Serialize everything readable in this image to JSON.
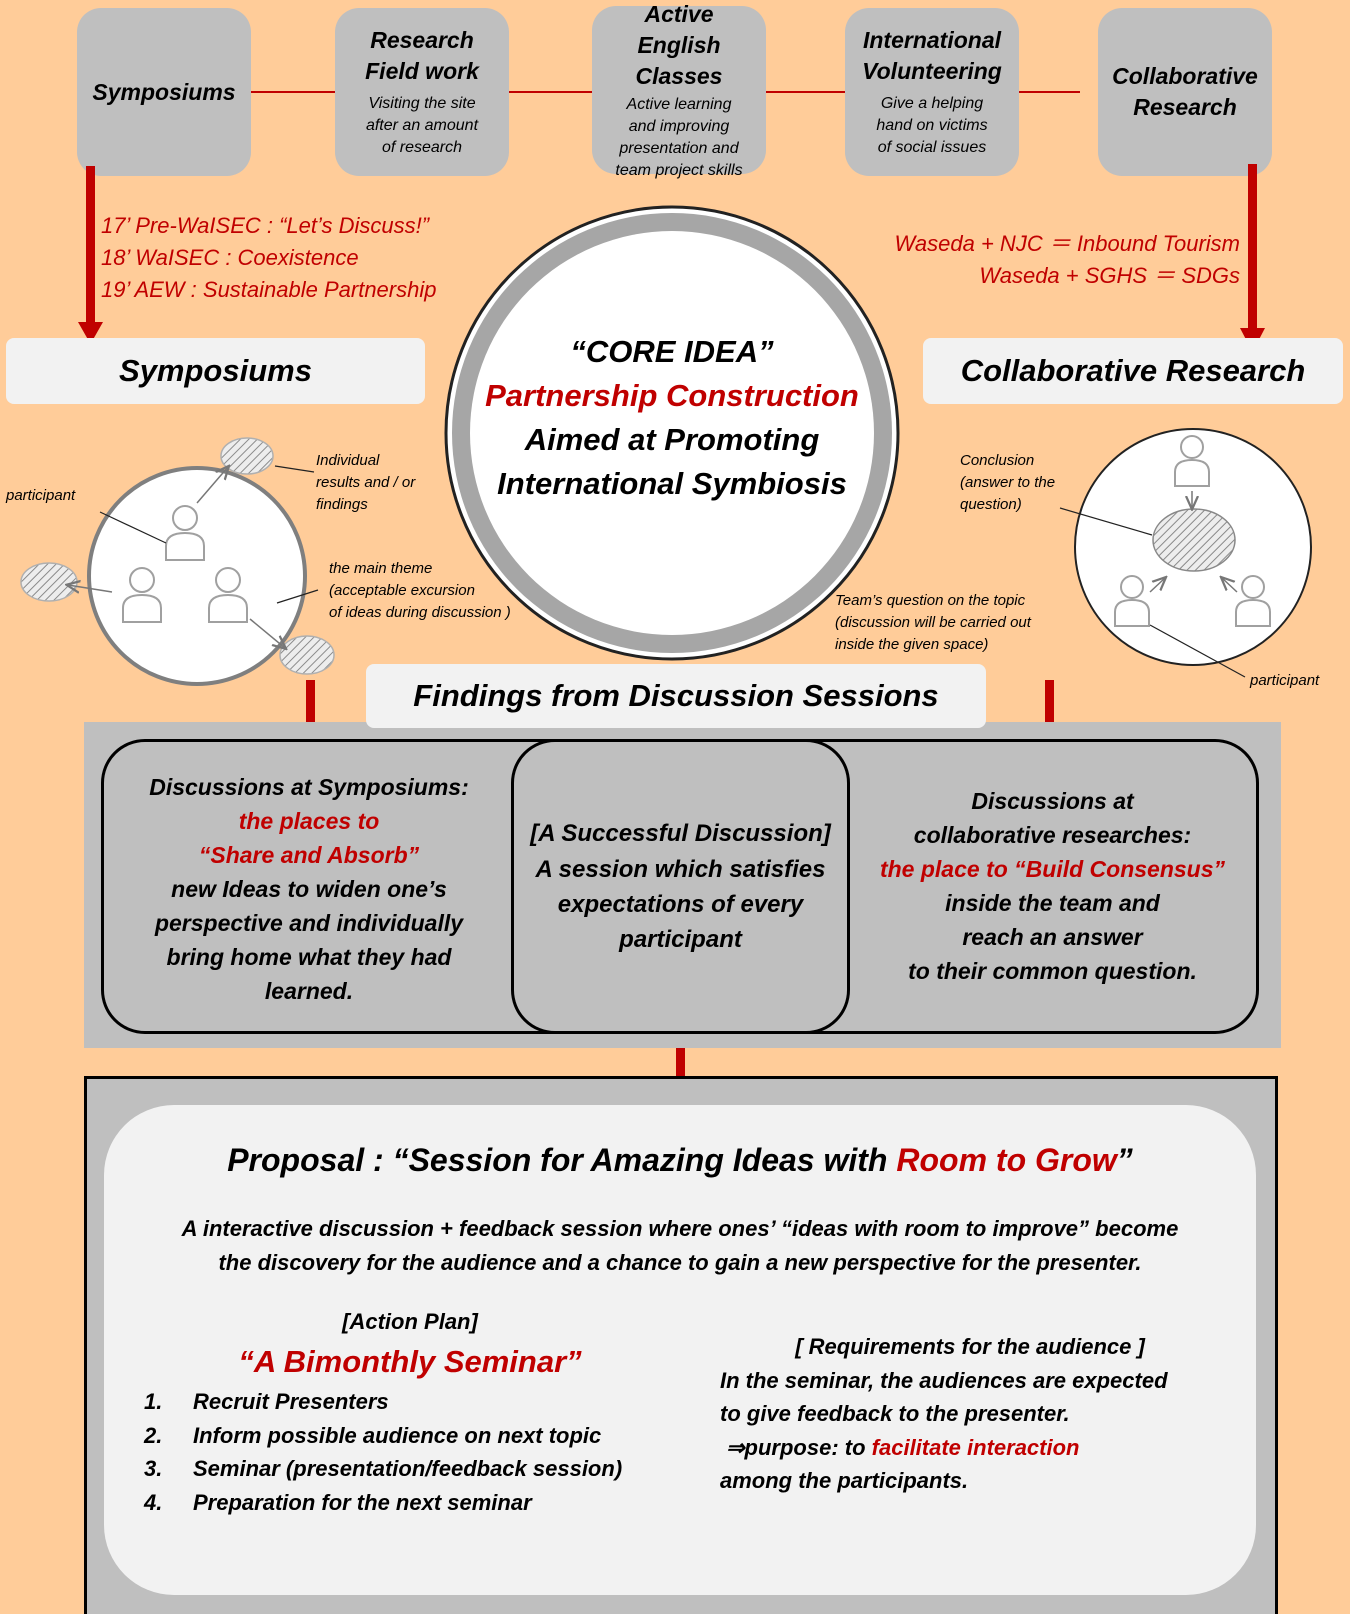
{
  "top_activities": [
    {
      "title": "Symposiums",
      "desc": ""
    },
    {
      "title": "Research\nField work",
      "desc": "Visiting the site\nafter an amount\nof research"
    },
    {
      "title": "Active\nEnglish Classes",
      "desc": "Active learning\nand improving\npresentation and\nteam project skills"
    },
    {
      "title": "International\nVolunteering",
      "desc": "Give a helping\nhand on victims\nof social  issues"
    },
    {
      "title": "Collaborative\nResearch",
      "desc": ""
    }
  ],
  "symposium_history": [
    "17’  Pre-WaISEC : “Let’s Discuss!”",
    "18’  WaISEC : Coexistence",
    "19’  AEW : Sustainable Partnership"
  ],
  "collab_history": [
    "Waseda + NJC ＝ Inbound Tourism",
    "Waseda + SGHS ＝ SDGs"
  ],
  "left_label": "Symposiums",
  "right_label": "Collaborative Research",
  "core": {
    "line1": "“CORE IDEA”",
    "line2": "Partnership Construction",
    "line3": "Aimed at Promoting",
    "line4": "International Symbiosis"
  },
  "left_diagram": {
    "participant": "participant",
    "results": "Individual\nresults and / or\nfindings",
    "theme": "the main theme\n(acceptable excursion\nof ideas during discussion )"
  },
  "right_diagram": {
    "conclusion": "Conclusion\n(answer to the\nquestion)",
    "question": "Team’s question on the topic\n(discussion will be carried out\ninside the given space)",
    "participant": "participant"
  },
  "findings_title": "Findings from Discussion Sessions",
  "findings": {
    "left_head": "Discussions at Symposiums:",
    "left_red": "the places to\n“Share and Absorb”",
    "left_body": "new Ideas to widen one’s\nperspective and individually\nbring home what they had\nlearned.",
    "center_head": "[A Successful Discussion]",
    "center_body": "A session which satisfies\nexpectations of every\nparticipant",
    "right_head": "Discussions at\ncollaborative researches:",
    "right_red": "the place to “Build Consensus”",
    "right_body": "inside the team and\nreach an answer\nto their common question."
  },
  "proposal": {
    "title_pre": "Proposal : “Session for Amazing Ideas with ",
    "title_red": "Room to Grow",
    "title_post": "”",
    "desc": "A interactive discussion + feedback session where ones’ “ideas with room to improve” become\nthe discovery for the audience and a chance to gain a new perspective for the presenter.",
    "plan_head": "[Action Plan]",
    "plan_title": "“A Bimonthly Seminar”",
    "steps": [
      {
        "num": "1.",
        "text": "Recruit Presenters"
      },
      {
        "num": "2.",
        "text": "Inform possible audience on next topic"
      },
      {
        "num": "3.",
        "text": "Seminar (presentation/feedback session)"
      },
      {
        "num": "4.",
        "text": "Preparation for the next seminar"
      }
    ],
    "req_head": "[ Requirements for the audience ]",
    "req_body": "In the seminar, the audiences are expected\nto give feedback to the presenter.",
    "req_purpose_pre": " ⇒purpose: to ",
    "req_purpose_red": "facilitate interaction",
    "req_tail": "among the participants."
  },
  "colors": {
    "background": "#FFCC99",
    "accent_red": "#C00000",
    "box_gray": "#BFBFBF",
    "light_panel": "#F2F2F2"
  }
}
